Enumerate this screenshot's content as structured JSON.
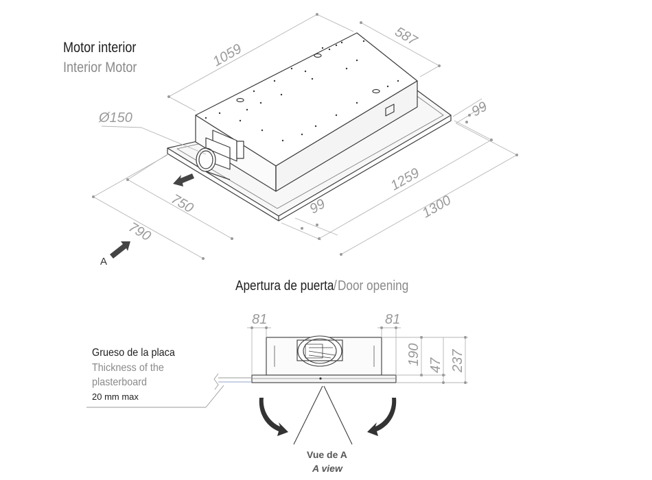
{
  "header": {
    "title_es": "Motor interior",
    "title_en": "Interior Motor"
  },
  "iso_view": {
    "dimensions": {
      "length": "1059",
      "width": "587",
      "duct_diameter": "Ø150",
      "side_a": "99",
      "side_b": "99",
      "inner_length": "1259",
      "outer_length": "1300",
      "inner_width": "750",
      "outer_width": "790"
    },
    "view_marker": "A"
  },
  "door_opening": {
    "title_es": "Apertura de puerta",
    "separator": " / ",
    "title_en": "Door opening"
  },
  "front_view": {
    "dimensions": {
      "left_offset": "81",
      "right_offset": "81",
      "body_height": "190",
      "panel_height": "47",
      "total_height": "237"
    }
  },
  "plasterboard_note": {
    "line1": "Grueso de la placa",
    "line2": "Thickness of the",
    "line3": "plasterboard",
    "line4": "20 mm max"
  },
  "view_label": {
    "es": "Vue de A",
    "en": "A view"
  },
  "colors": {
    "line": "#3a3a3a",
    "dim_line": "#b4b4b4",
    "dim_text": "#9a9a9a",
    "arrow": "#3a3a3a"
  }
}
